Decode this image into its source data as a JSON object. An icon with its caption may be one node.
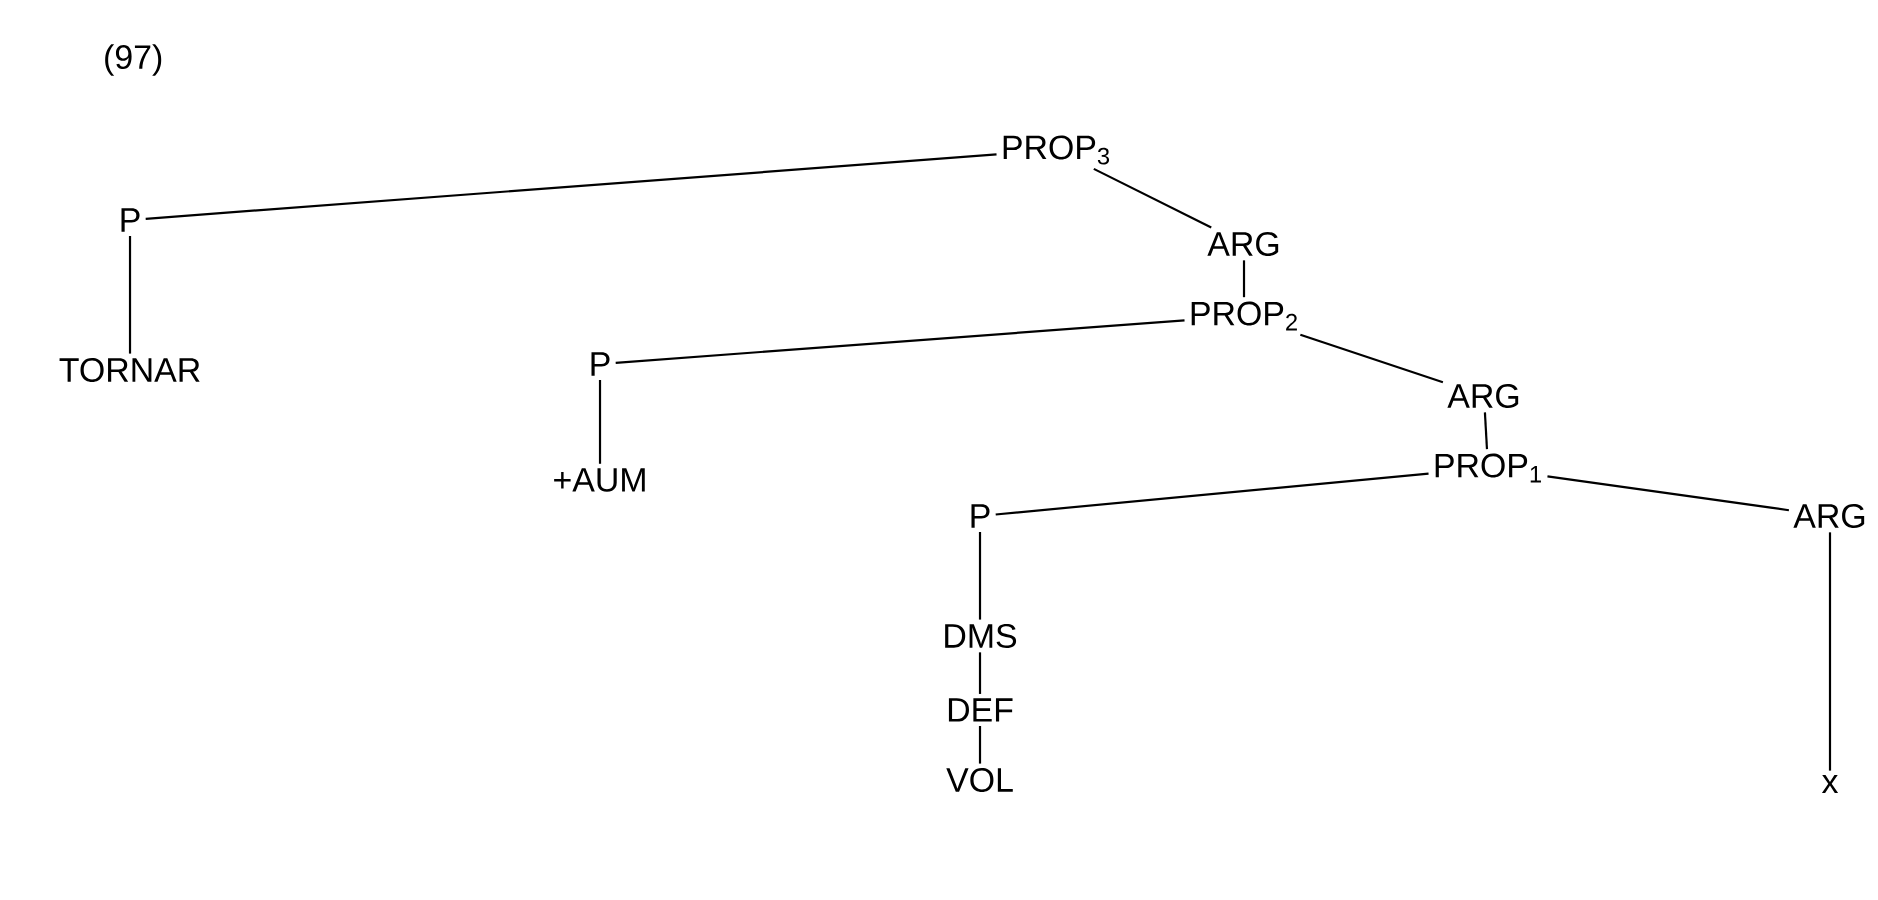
{
  "diagram": {
    "nodes": [
      {
        "text": [
          "PROP$_{3}$"
        ]
      },
      {
        "text": [
          "P"
        ]
      },
      {
        "text": [
          "ARG"
        ]
      },
      {
        "text": [
          "TORNAR"
        ]
      },
      {
        "text": [
          "PROP$_{2}$"
        ]
      },
      {
        "text": [
          "P"
        ]
      },
      {
        "text": [
          "ARG"
        ]
      },
      {
        "text": [
          "+AUM"
        ]
      },
      {
        "text": [
          "PROP$_{1}$"
        ]
      },
      {
        "text": [
          "P"
        ]
      },
      {
        "text": [
          "ARG"
        ]
      },
      {
        "text": [
          "DMS"
        ]
      },
      {
        "text": [
          "DEF"
        ]
      },
      {
        "text": [
          "VOL"
        ]
      },
      {
        "text": [
          "x"
        ]
      }
    ],
    "edges": [
      {
        "from": 0,
        "to": 1,
        "arrow": "none"
      },
      {
        "from": 0,
        "to": 2,
        "arrow": "none"
      },
      {
        "from": 1,
        "to": 3,
        "arrow": "none"
      },
      {
        "from": 2,
        "to": 4,
        "arrow": "none"
      },
      {
        "from": 4,
        "to": 5,
        "arrow": "none"
      },
      {
        "from": 4,
        "to": 6,
        "arrow": "none"
      },
      {
        "from": 5,
        "to": 7,
        "arrow": "none"
      },
      {
        "from": 6,
        "to": 8,
        "arrow": "none"
      },
      {
        "from": 8,
        "to": 9,
        "arrow": "none"
      },
      {
        "from": 8,
        "to": 10,
        "arrow": "none"
      },
      {
        "from": 9,
        "to": 11,
        "arrow": "none"
      },
      {
        "from": 11,
        "to": 12,
        "arrow": "none"
      },
      {
        "from": 12,
        "to": 13,
        "arrow": "none"
      },
      {
        "from": 10,
        "to": 14,
        "arrow": "none"
      }
    ],
    "labels": [
      "(97)"
    ]
  }
}
